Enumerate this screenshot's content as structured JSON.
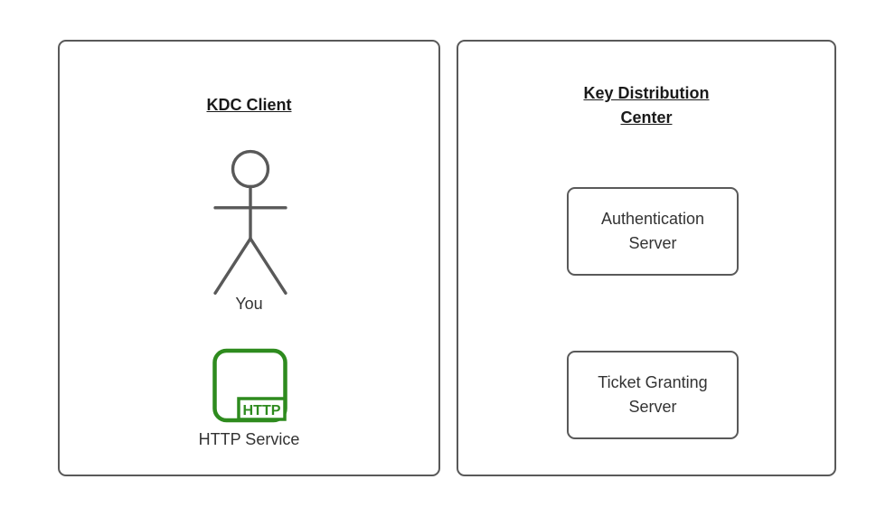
{
  "diagram": {
    "left_panel": {
      "title": "KDC Client",
      "actor_label": "You",
      "service_label": "HTTP Service",
      "http_badge": "HTTP"
    },
    "right_panel": {
      "title": "Key Distribution Center",
      "boxes": [
        {
          "label": "Authentication Server"
        },
        {
          "label": "Ticket Granting Server"
        }
      ]
    },
    "colors": {
      "panel_border": "#595959",
      "title_text": "#1a1a1a",
      "label_text": "#333333",
      "actor_stroke": "#595959",
      "http_green": "#2e8b1e",
      "background": "#ffffff"
    }
  }
}
